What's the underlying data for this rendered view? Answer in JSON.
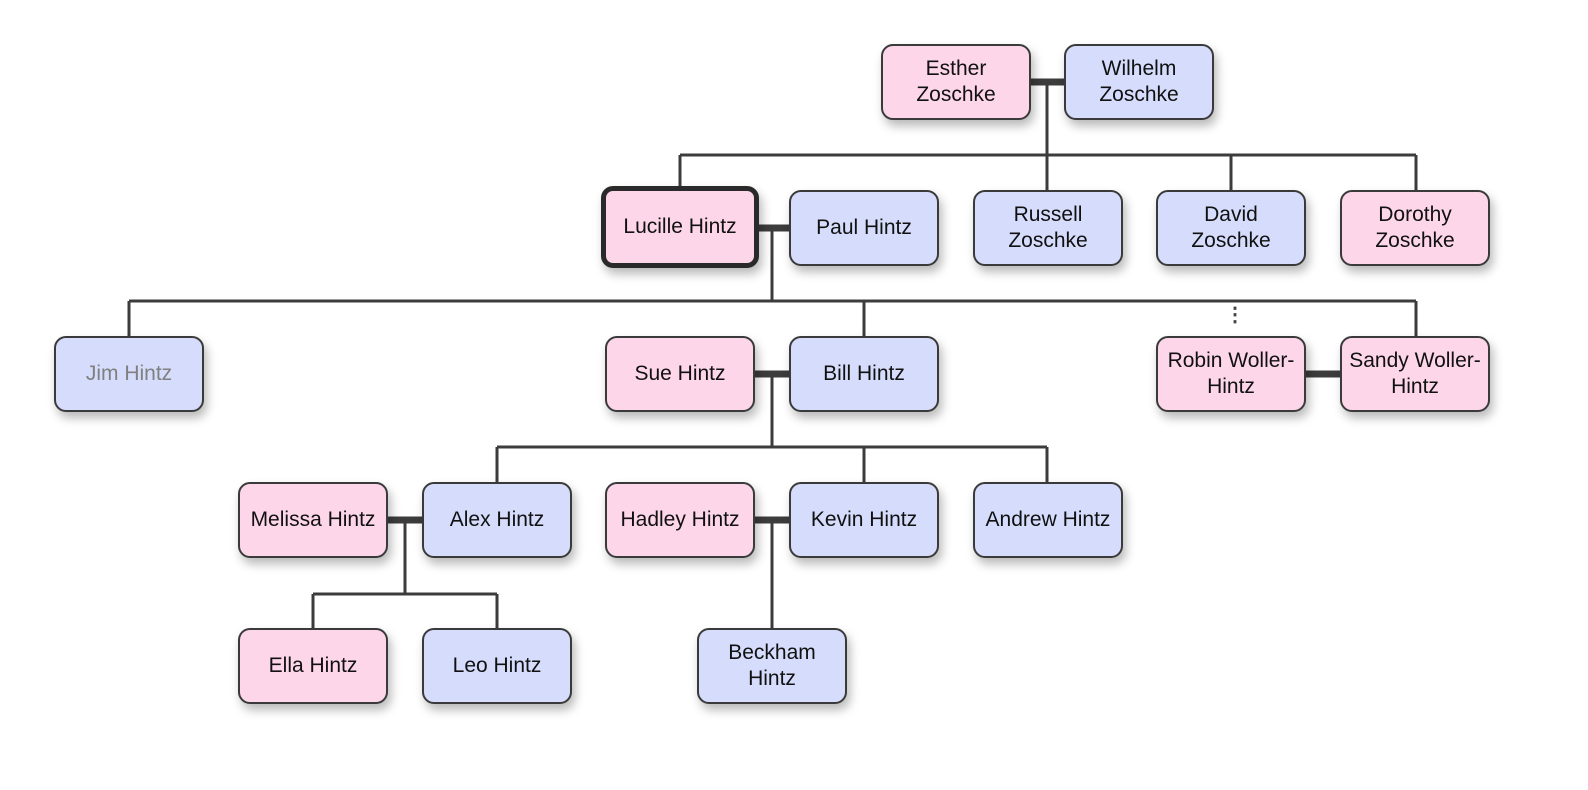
{
  "people": {
    "esther": "Esther Zoschke",
    "wilhelm": "Wilhelm Zoschke",
    "lucille": "Lucille Hintz",
    "paul": "Paul Hintz",
    "russell": "Russell Zoschke",
    "david": "David Zoschke",
    "dorothy": "Dorothy Zoschke",
    "jim": "Jim Hintz",
    "sue": "Sue Hintz",
    "bill": "Bill Hintz",
    "robin": "Robin Woller-Hintz",
    "sandy": "Sandy Woller-Hintz",
    "melissa": "Melissa Hintz",
    "alex": "Alex Hintz",
    "hadley": "Hadley Hintz",
    "kevin": "Kevin Hintz",
    "andrew": "Andrew Hintz",
    "ella": "Ella Hintz",
    "leo": "Leo Hintz",
    "beckham": "Beckham Hintz"
  },
  "colors": {
    "female": "#fdd6ea",
    "male": "#d6dcfb",
    "line": "#3c3c3c",
    "dimmed_text": "#808080"
  },
  "focused_person": "lucille",
  "dimmed_person": "jim",
  "more_indicator": "⋮"
}
